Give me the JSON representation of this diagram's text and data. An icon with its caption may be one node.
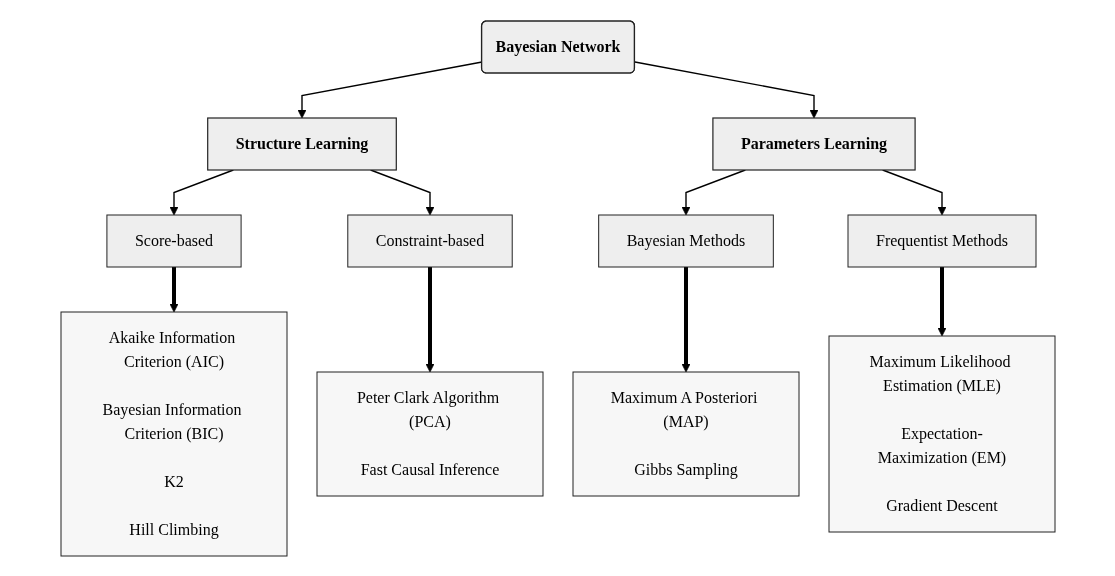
{
  "diagram": {
    "nodes": [
      {
        "text": [
          "Bayesian Network"
        ]
      },
      {
        "text": [
          "Structure Learning"
        ]
      },
      {
        "text": [
          "Parameters Learning"
        ]
      },
      {
        "text": [
          "Score-based"
        ]
      },
      {
        "text": [
          "Constraint-based"
        ]
      },
      {
        "text": [
          "Bayesian Methods"
        ]
      },
      {
        "text": [
          "Frequentist Methods"
        ]
      },
      {
        "text": [
          "Akaike Information Criterion (AIC)",
          "Bayesian Information Criterion (BIC)",
          "K2",
          "Hill Climbing"
        ]
      },
      {
        "text": [
          "Peter Clark Algorithm (PCA)",
          "Fast Causal Inference"
        ]
      },
      {
        "text": [
          "Maximum A Posteriori (MAP)",
          "Gibbs Sampling"
        ]
      },
      {
        "text": [
          "Maximum Likelihood Estimation (MLE)",
          "Expectation-Maximization (EM)",
          "Gradient Descent"
        ]
      }
    ],
    "edges": [
      {
        "from": 0,
        "to": 1,
        "arrow": "to"
      },
      {
        "from": 0,
        "to": 2,
        "arrow": "to"
      },
      {
        "from": 1,
        "to": 3,
        "arrow": "to"
      },
      {
        "from": 1,
        "to": 4,
        "arrow": "to"
      },
      {
        "from": 2,
        "to": 5,
        "arrow": "to"
      },
      {
        "from": 2,
        "to": 6,
        "arrow": "to"
      },
      {
        "from": 3,
        "to": 7,
        "arrow": "to",
        "style": "thick"
      },
      {
        "from": 4,
        "to": 8,
        "arrow": "to",
        "style": "thick"
      },
      {
        "from": 5,
        "to": 9,
        "arrow": "to",
        "style": "thick"
      },
      {
        "from": 6,
        "to": 10,
        "arrow": "to",
        "style": "thick"
      }
    ]
  }
}
